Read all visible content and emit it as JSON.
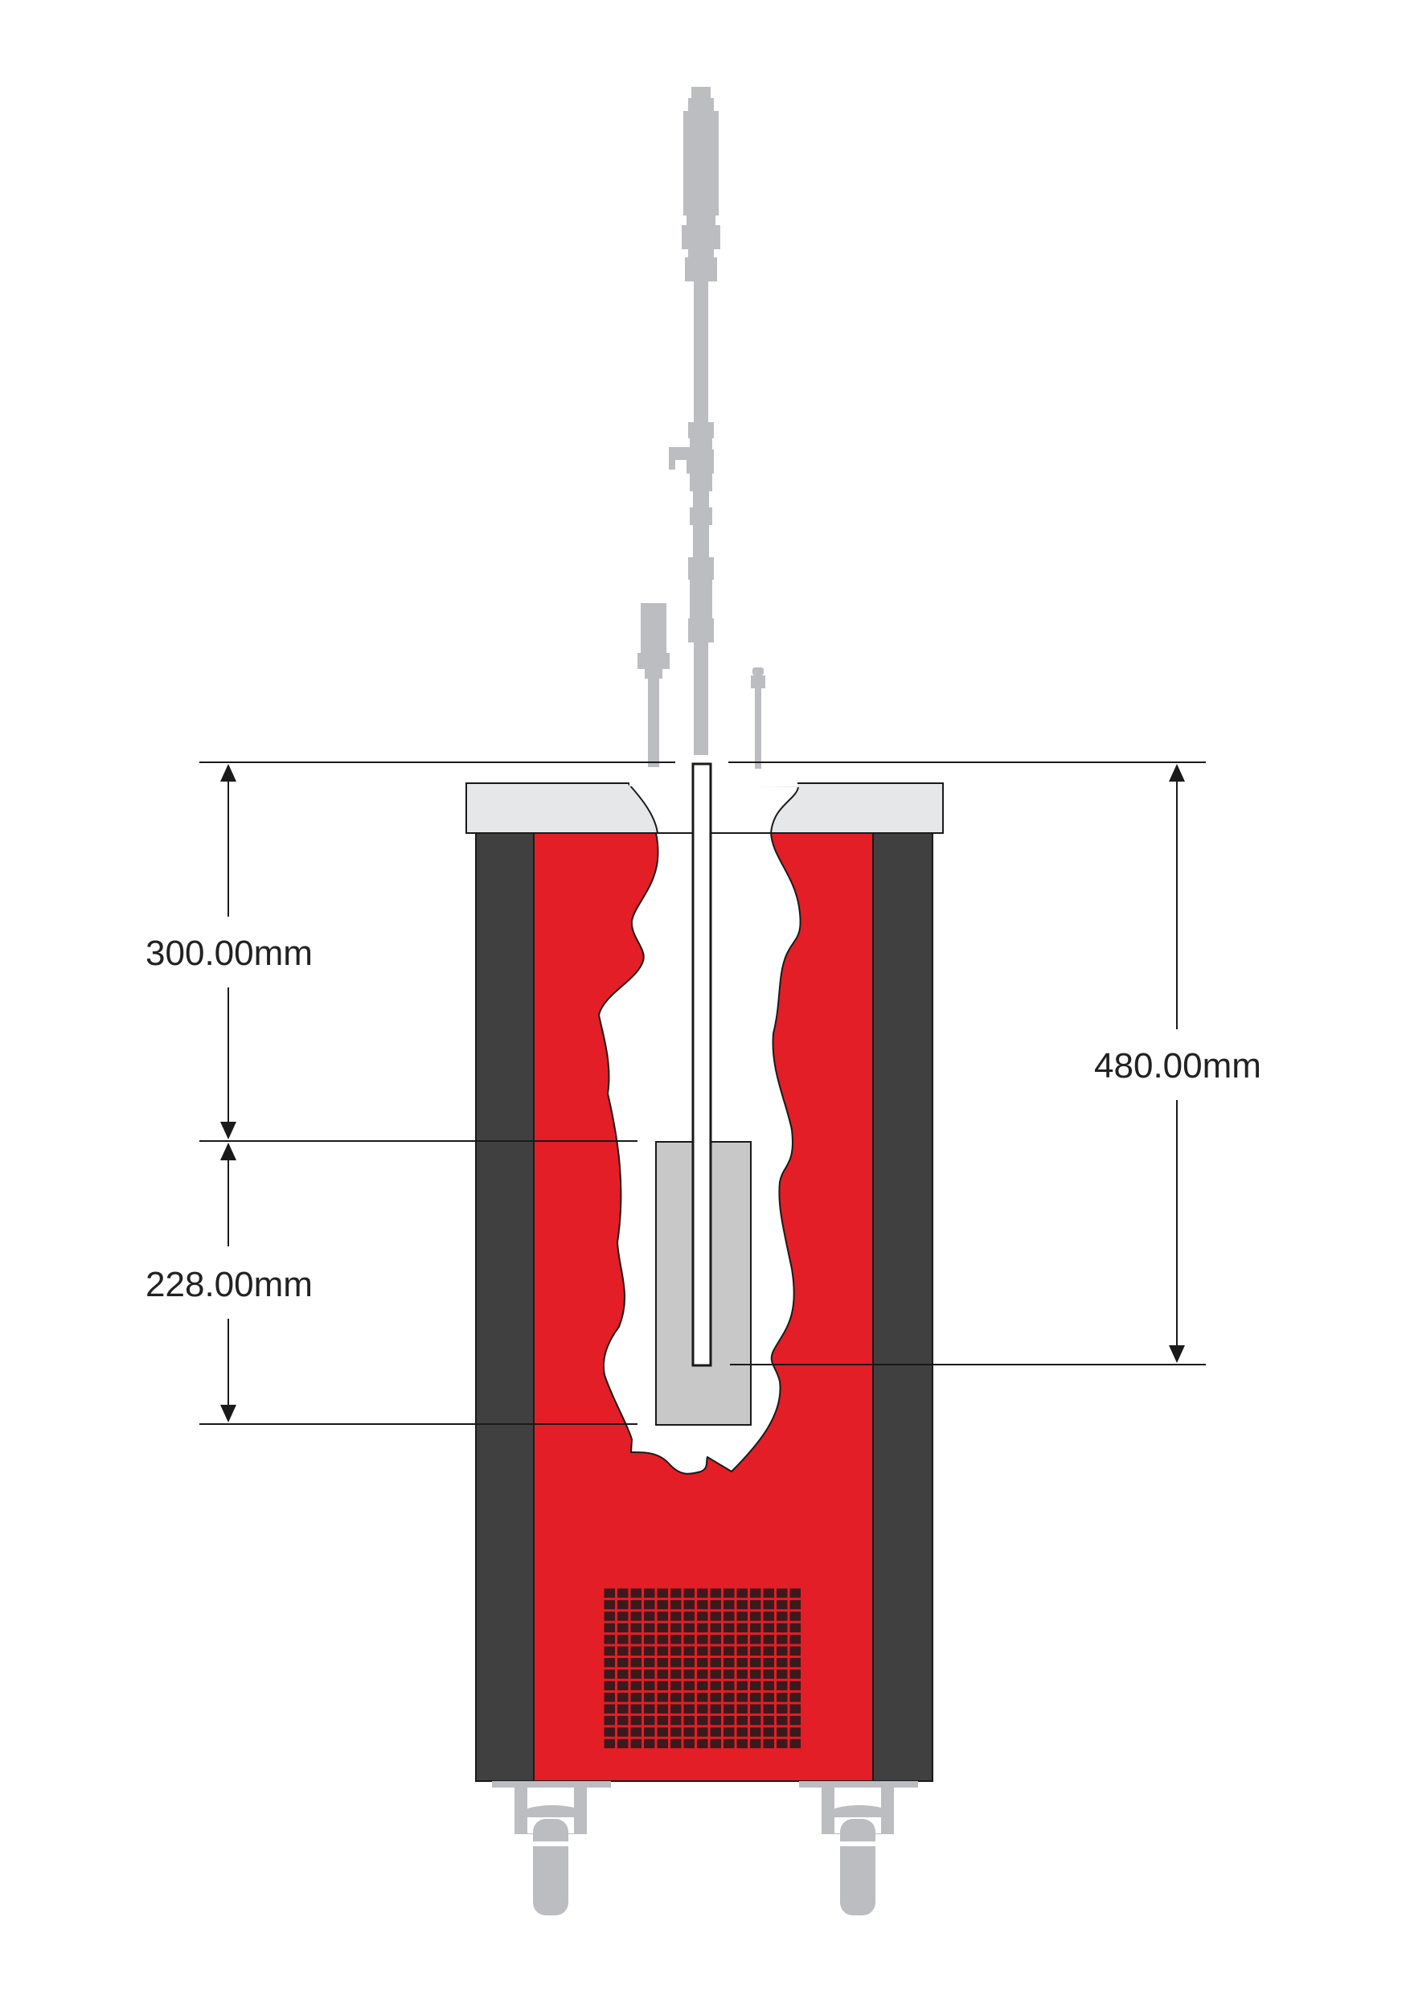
{
  "dimensions": {
    "upper_depth": "300.00mm",
    "lower_depth": "228.00mm",
    "total_depth": "480.00mm"
  },
  "colors": {
    "body_red": "#e31e26",
    "side_panel": "#404041",
    "lid": "#e6e7e8",
    "equipment_grey": "#bcbdc0",
    "sample_box": "#c8c8c8",
    "line": "#1a1a1a"
  },
  "icons": [
    "arrow-up-icon",
    "arrow-down-icon",
    "caster-wheel-icon",
    "vent-grille-icon"
  ]
}
